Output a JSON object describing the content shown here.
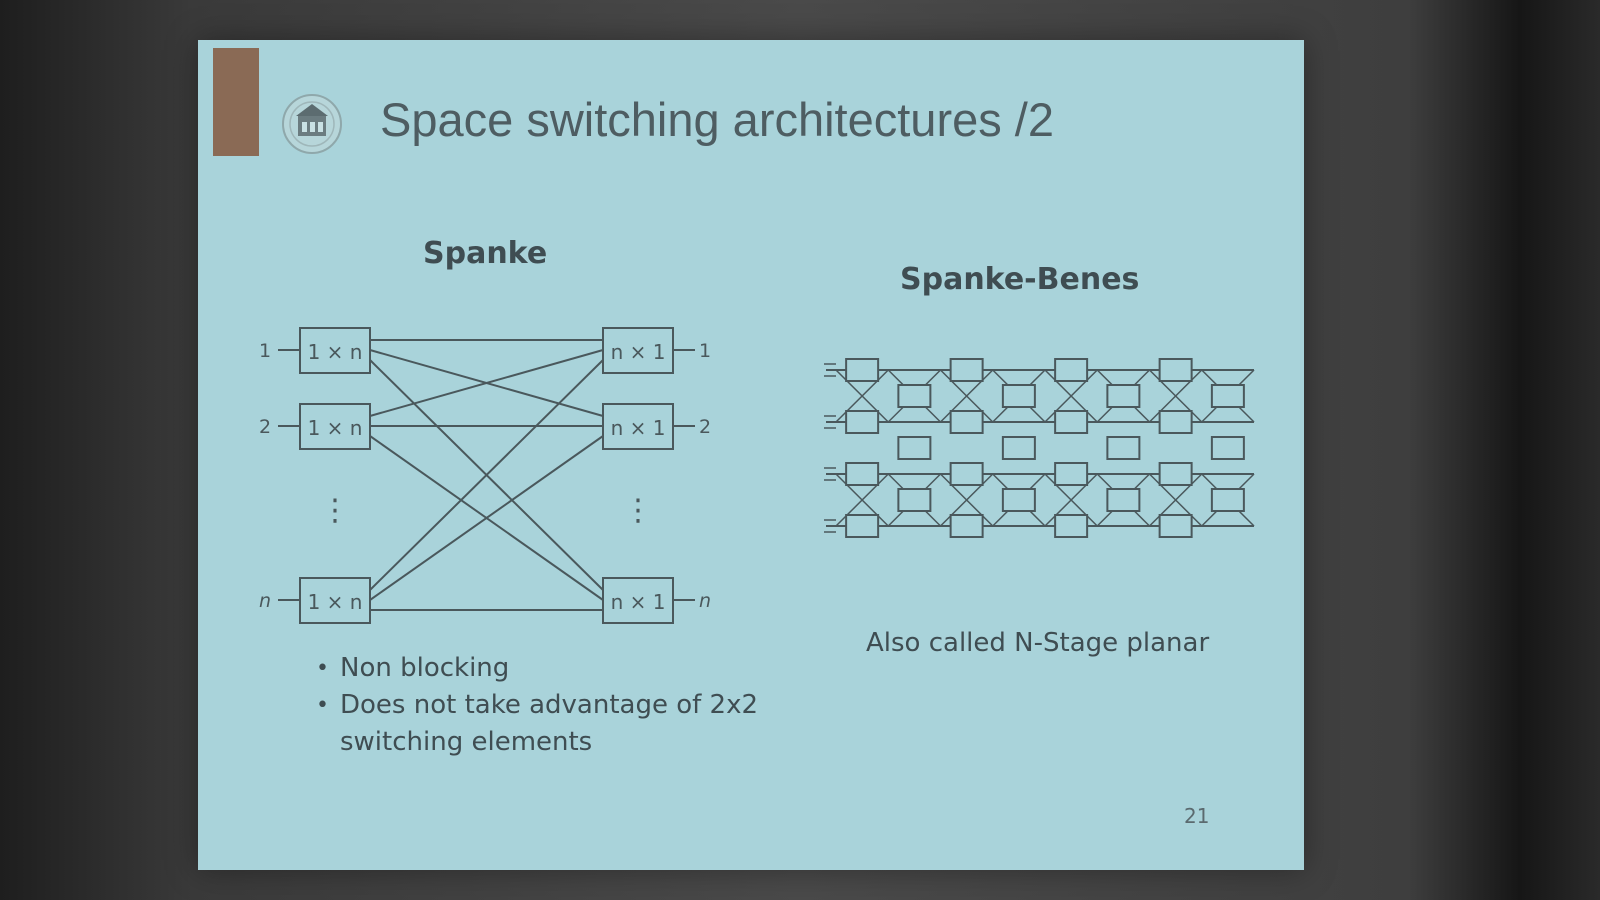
{
  "slide": {
    "title": "Space switching architectures /2",
    "page_number": "21"
  },
  "spanke": {
    "heading": "Spanke",
    "inputs": [
      {
        "port": "1",
        "box": "1 × n"
      },
      {
        "port": "2",
        "box": "1 × n"
      },
      {
        "port": "n",
        "box": "1 × n"
      }
    ],
    "outputs": [
      {
        "port": "1",
        "box": "n × 1"
      },
      {
        "port": "2",
        "box": "n × 1"
      },
      {
        "port": "n",
        "box": "n × 1"
      }
    ],
    "ellipsis": "⋮",
    "bullets": [
      "Non blocking",
      "Does not take advantage of 2x2 switching elements"
    ]
  },
  "spanke_benes": {
    "heading": "Spanke-Benes",
    "lines": 4,
    "stages": 8,
    "caption": "Also called N-Stage planar"
  },
  "colors": {
    "slide_background": "#a9d3da",
    "accent": "#8a6a55",
    "title_text": "#4e5d62",
    "body_text": "#3f4d52",
    "line": "#4a585c"
  },
  "icons": {
    "logo": "university-crest-icon"
  }
}
